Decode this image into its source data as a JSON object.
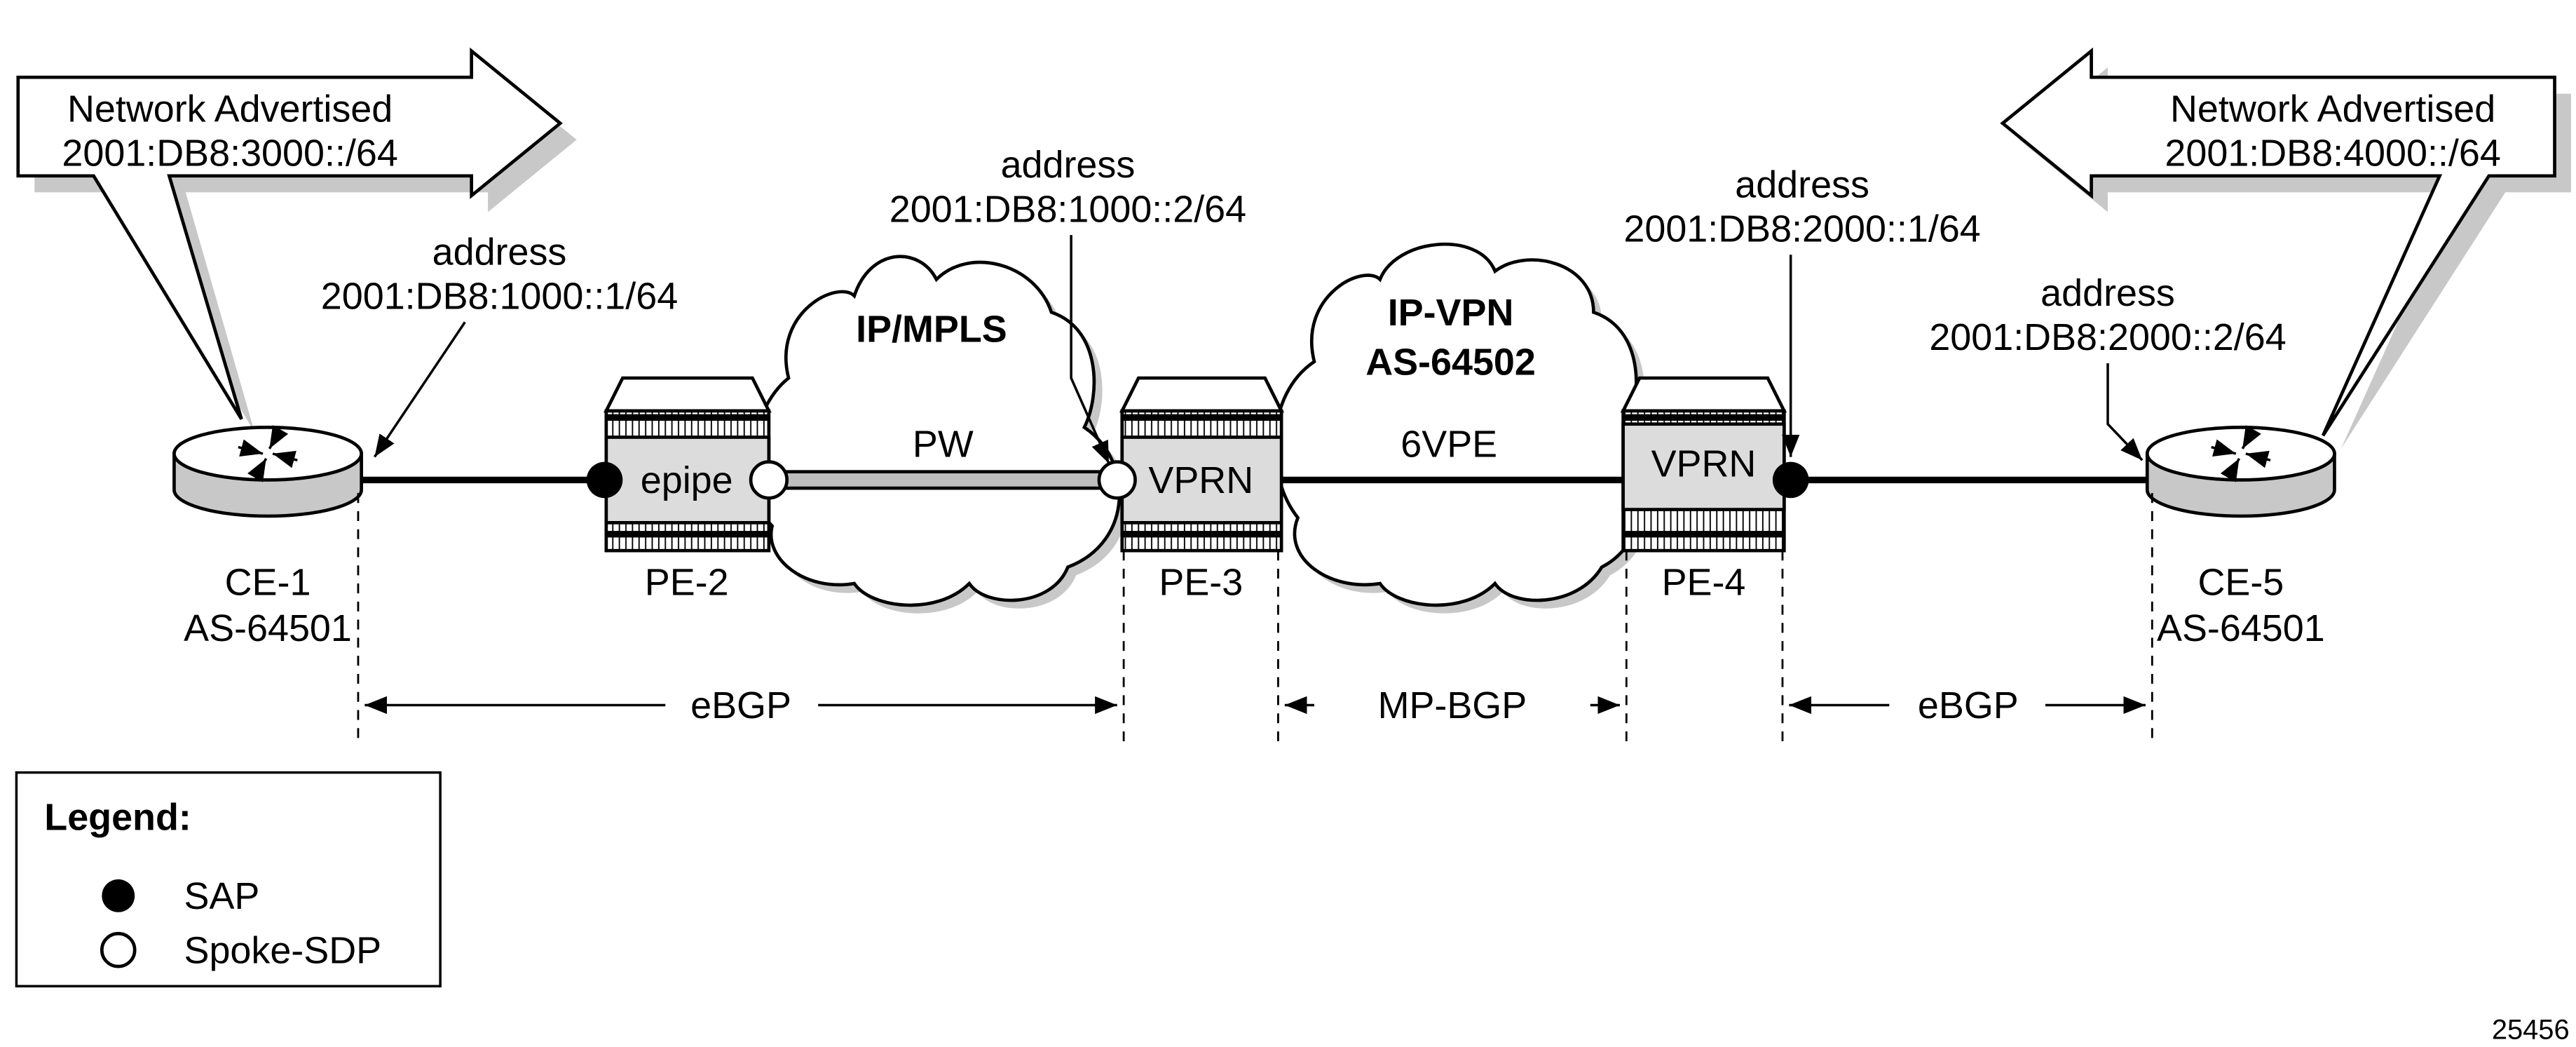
{
  "callouts": {
    "left": {
      "line1": "Network Advertised",
      "line2": "2001:DB8:3000::/64"
    },
    "right": {
      "line1": "Network Advertised",
      "line2": "2001:DB8:4000::/64"
    }
  },
  "addresses": {
    "ce1": {
      "label": "address",
      "value": "2001:DB8:1000::1/64"
    },
    "pe3": {
      "label": "address",
      "value": "2001:DB8:1000::2/64"
    },
    "pe4": {
      "label": "address",
      "value": "2001:DB8:2000::1/64"
    },
    "ce5": {
      "label": "address",
      "value": "2001:DB8:2000::2/64"
    }
  },
  "clouds": {
    "left": {
      "line1": "IP/MPLS"
    },
    "right": {
      "line1": "IP-VPN",
      "line2": "AS-64502"
    }
  },
  "nodes": {
    "ce1": {
      "name": "CE-1",
      "as": "AS-64501"
    },
    "pe2": {
      "name": "PE-2",
      "service": "epipe"
    },
    "pe3": {
      "name": "PE-3",
      "service": "VPRN"
    },
    "pe4": {
      "name": "PE-4",
      "service": "VPRN"
    },
    "ce5": {
      "name": "CE-5",
      "as": "AS-64501"
    }
  },
  "links": {
    "pw": "PW",
    "vpe": "6VPE"
  },
  "sessions": {
    "left": "eBGP",
    "middle": "MP-BGP",
    "right": "eBGP"
  },
  "legend": {
    "title": "Legend:",
    "sap": "SAP",
    "spoke": "Spoke-SDP"
  },
  "figure_id": "25456",
  "colors": {
    "band": "#dcdcdc",
    "shadow": "#c8c8c8",
    "pw": "#bdbdbd"
  }
}
